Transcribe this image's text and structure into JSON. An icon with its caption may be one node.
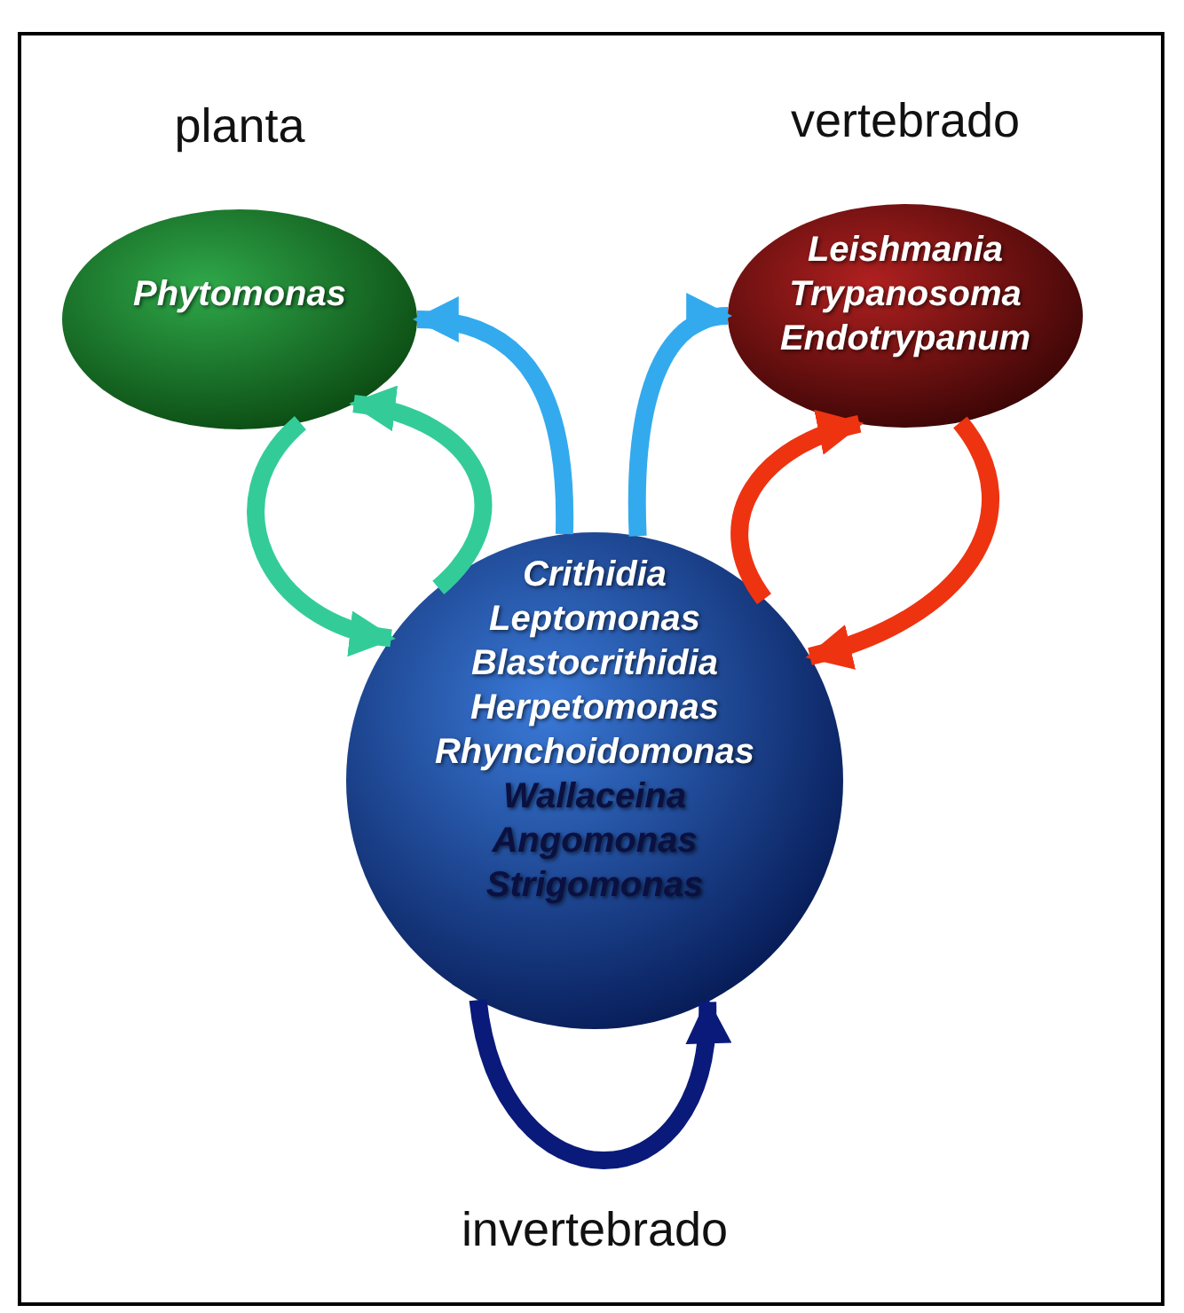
{
  "diagram": {
    "nodes": [
      {
        "text": [
          "planta",
          "Phytomonas"
        ]
      },
      {
        "text": [
          "vertebrado",
          "Leishmania",
          "Trypanosoma",
          "Endotrypanum"
        ]
      },
      {
        "text": [
          "Crithidia",
          "Leptomonas",
          "Blastocrithidia",
          "Herpetomonas",
          "Rhynchoidomonas",
          "Wallaceina",
          "Angomonas",
          "Strigomonas",
          "invertebrado"
        ]
      }
    ],
    "edges": [
      {
        "from": 2,
        "to": 0,
        "arrow": "to",
        "color": "#33cc99"
      },
      {
        "from": 0,
        "to": 2,
        "arrow": "to",
        "color": "#33cc99"
      },
      {
        "from": 2,
        "to": 0,
        "arrow": "to",
        "color": "#33aaee"
      },
      {
        "from": 2,
        "to": 1,
        "arrow": "to",
        "color": "#33aaee"
      },
      {
        "from": 1,
        "to": 2,
        "arrow": "to",
        "color": "#ee3311"
      },
      {
        "from": 2,
        "to": 1,
        "arrow": "to",
        "color": "#ee3311"
      },
      {
        "from": 2,
        "to": 2,
        "arrow": "to",
        "color": "#0a1a7a"
      }
    ]
  }
}
